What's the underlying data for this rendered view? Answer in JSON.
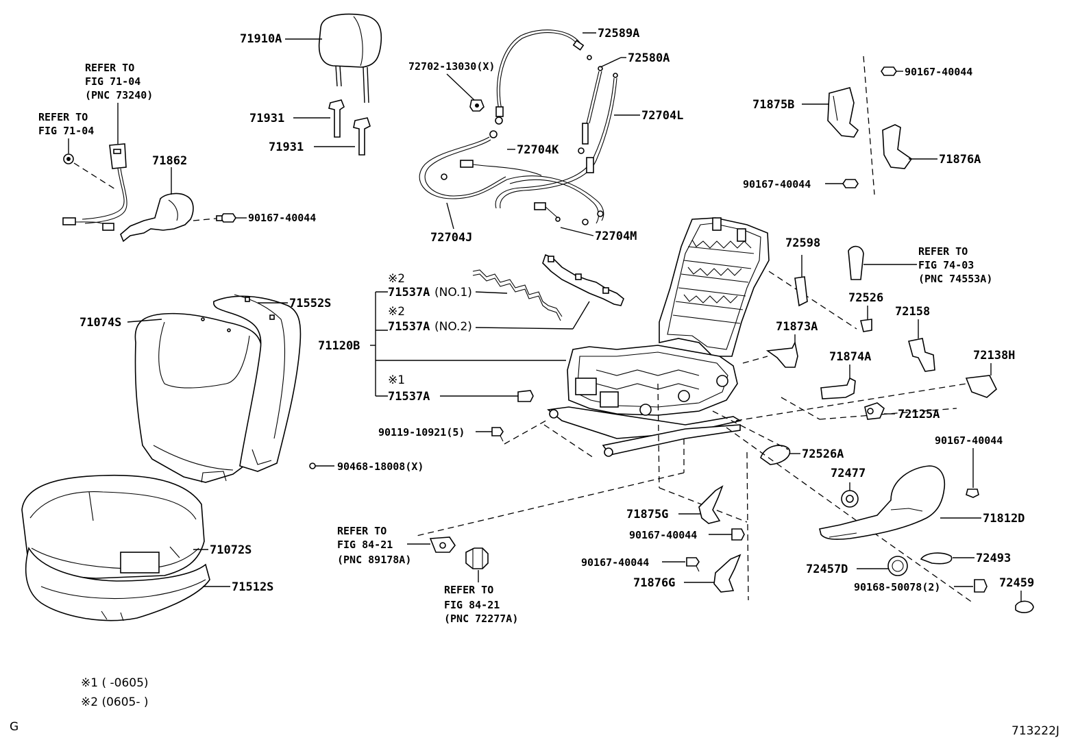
{
  "labels": {
    "p71910A": "71910A",
    "p71931a": "71931",
    "p71931b": "71931",
    "p71862": "71862",
    "p90167_1": "90167-40044",
    "refer_top_1": "REFER TO",
    "refer_top_2": "FIG 71-04",
    "refer_top_3": "(PNC 73240)",
    "refer_left_1": "REFER TO",
    "refer_left_2": "FIG 71-04",
    "p72589A": "72589A",
    "p72580A": "72580A",
    "p72702": "72702-13030(X)",
    "p72704L": "72704L",
    "p72704K": "72704K",
    "p72704J": "72704J",
    "p72704M": "72704M",
    "p90167_2": "90167-40044",
    "p71875B": "71875B",
    "p71876A": "71876A",
    "p90167_3": "90167-40044",
    "mark2a": "※2",
    "p71537A_no1": "71537A",
    "no1": "(NO.1)",
    "mark2b": "※2",
    "p71537A_no2": "71537A",
    "no2": "(NO.2)",
    "p71120B": "71120B",
    "mark1": "※1",
    "p71537A": "71537A",
    "p71074S": "71074S",
    "p71552S": "71552S",
    "p72598": "72598",
    "refer_r_1": "REFER TO",
    "refer_r_2": "FIG 74-03",
    "refer_r_3": "(PNC 74553A)",
    "p72526": "72526",
    "p72158": "72158",
    "p71873A": "71873A",
    "p71874A": "71874A",
    "p72138H": "72138H",
    "p72125A": "72125A",
    "p90119": "90119-10921(5)",
    "p90468": "90468-18008(X)",
    "p72526A": "72526A",
    "p90167_4": "90167-40044",
    "p72477": "72477",
    "p71812D": "71812D",
    "p71875G": "71875G",
    "p90167_5": "90167-40044",
    "p90167_6": "90167-40044",
    "p71876G": "71876G",
    "p72493": "72493",
    "p72457D": "72457D",
    "p90168": "90168-50078(2)",
    "p72459": "72459",
    "refer_b1_1": "REFER TO",
    "refer_b1_2": "FIG 84-21",
    "refer_b1_3": "(PNC 89178A)",
    "refer_b2_1": "REFER TO",
    "refer_b2_2": "FIG 84-21",
    "refer_b2_3": "(PNC 72277A)",
    "p71072S": "71072S",
    "p71512S": "71512S"
  },
  "footnotes": {
    "note1": "※1 (    -0605)",
    "note2": "※2 (0605-    )"
  },
  "corner": {
    "left": "G",
    "right": "713222J"
  }
}
